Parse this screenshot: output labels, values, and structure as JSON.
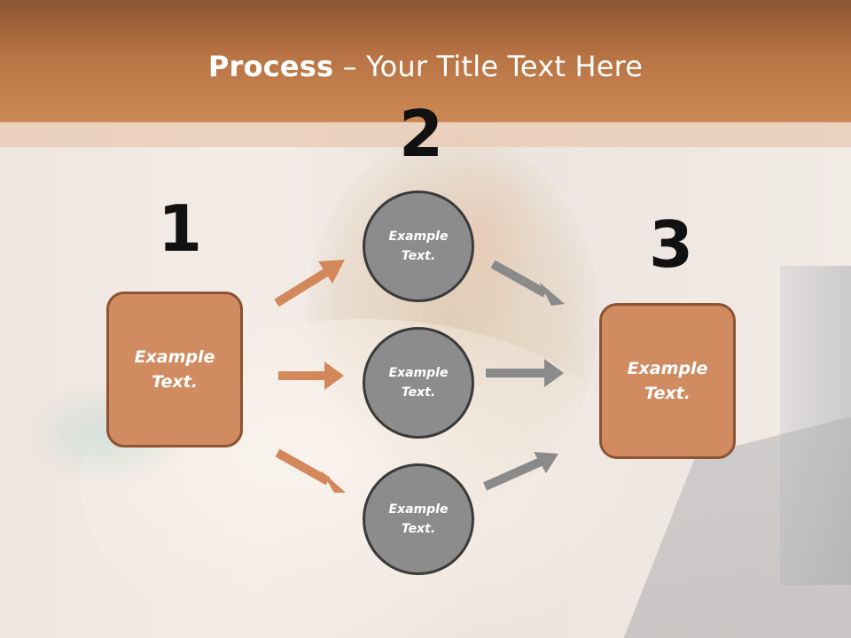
{
  "header": {
    "title_bold": "Process",
    "title_rest": " – Your Title Text Here"
  },
  "steps": {
    "one": "1",
    "two": "2",
    "three": "3"
  },
  "left_box": {
    "text": "Example Text."
  },
  "right_box": {
    "text": "Example Text."
  },
  "circles": [
    {
      "text": "Example Text."
    },
    {
      "text": "Example Text."
    },
    {
      "text": "Example Text."
    }
  ],
  "colors": {
    "header": "#c17a48",
    "box_fill": "#d08b60",
    "box_border": "#8c5434",
    "circle_fill": "#8c8c8c",
    "circle_border": "#3a3a3a",
    "arrow_orange": "#d2885a",
    "arrow_gray": "#8a8a8a"
  }
}
